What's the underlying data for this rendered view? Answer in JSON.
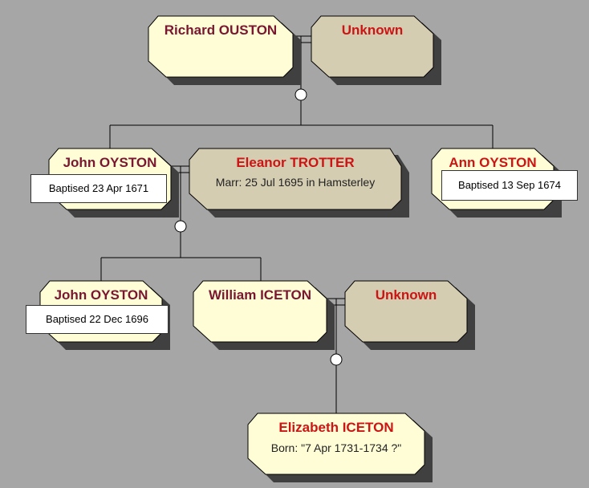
{
  "colors": {
    "background": "#a6a6a6",
    "person_fill": "#fffdd6",
    "unknown_fill": "#d4cdb2",
    "shadow": "#404040",
    "male_name": "#7a1730",
    "female_name": "#cc1414"
  },
  "people": {
    "richard": {
      "name": "Richard OUSTON"
    },
    "unknown1": {
      "name": "Unknown"
    },
    "john1": {
      "name": "John OYSTON",
      "note": "Baptised 23 Apr 1671"
    },
    "eleanor": {
      "name": "Eleanor TROTTER",
      "detail": "Marr: 25 Jul 1695 in Hamsterley"
    },
    "ann": {
      "name": "Ann OYSTON",
      "note": "Baptised 13 Sep 1674"
    },
    "john2": {
      "name": "John OYSTON",
      "note": "Baptised 22 Dec 1696"
    },
    "william": {
      "name": "William ICETON"
    },
    "unknown2": {
      "name": "Unknown"
    },
    "elizabeth": {
      "name": "Elizabeth ICETON",
      "detail": "Born: \"7 Apr 1731-1734 ?\""
    }
  }
}
